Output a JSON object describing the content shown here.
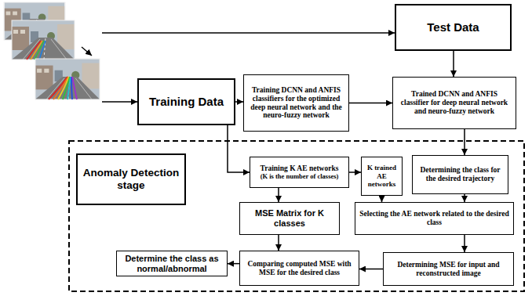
{
  "diagram": {
    "nodes": [
      {
        "text": [
          "Test Data"
        ]
      },
      {
        "text": [
          "Training Data"
        ]
      },
      {
        "text": [
          "Training DCNN and ANFIS classifiers for the optimized deep neural network and the neuro-fuzzy network"
        ]
      },
      {
        "text": [
          "Trained DCNN and ANFIS classifier for deep neural network and neuro-fuzzy network"
        ]
      },
      {
        "text": [
          "Anomaly Detection stage"
        ]
      },
      {
        "text": [
          "Training K AE networks",
          "(K is the number of classes)"
        ]
      },
      {
        "text": [
          "K trained AE networks"
        ]
      },
      {
        "text": [
          "Determining the class for the desired trajectory"
        ]
      },
      {
        "text": [
          "MSE Matrix for K classes"
        ]
      },
      {
        "text": [
          "Selecting the AE network related to the desired class"
        ]
      },
      {
        "text": [
          "Determine the class as normal/abnormal"
        ]
      },
      {
        "text": [
          "Comparing computed MSE with MSE for the desired class"
        ]
      },
      {
        "text": [
          "Determining MSE for input and reconstructed image"
        ]
      }
    ],
    "edges": [
      {
        "from": 1,
        "to": 2,
        "arrow": "to"
      },
      {
        "from": 2,
        "to": 3,
        "arrow": "to"
      },
      {
        "from": 0,
        "to": 3,
        "arrow": "to"
      },
      {
        "from": 1,
        "to": 5,
        "arrow": "to"
      },
      {
        "from": 3,
        "to": 7,
        "arrow": "to"
      },
      {
        "from": 5,
        "to": 6,
        "arrow": "to"
      },
      {
        "from": 5,
        "to": 8,
        "arrow": "to"
      },
      {
        "from": 6,
        "to": 9,
        "arrow": "to"
      },
      {
        "from": 7,
        "to": 9,
        "arrow": "to"
      },
      {
        "from": 9,
        "to": 12,
        "arrow": "to"
      },
      {
        "from": 12,
        "to": 11,
        "arrow": "to"
      },
      {
        "from": 8,
        "to": 11,
        "arrow": "to"
      },
      {
        "from": 11,
        "to": 10,
        "arrow": "to"
      }
    ]
  }
}
